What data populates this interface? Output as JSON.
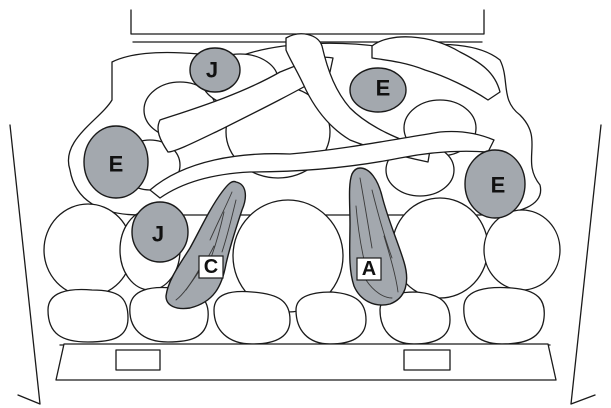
{
  "labels": {
    "e1": "E",
    "e2": "E",
    "e3": "E",
    "j1": "J",
    "j2": "J",
    "a": "A",
    "c": "C"
  },
  "colors": {
    "part_fill": "#a3a8ae",
    "outline": "#1a1a1a",
    "background": "#ffffff"
  }
}
